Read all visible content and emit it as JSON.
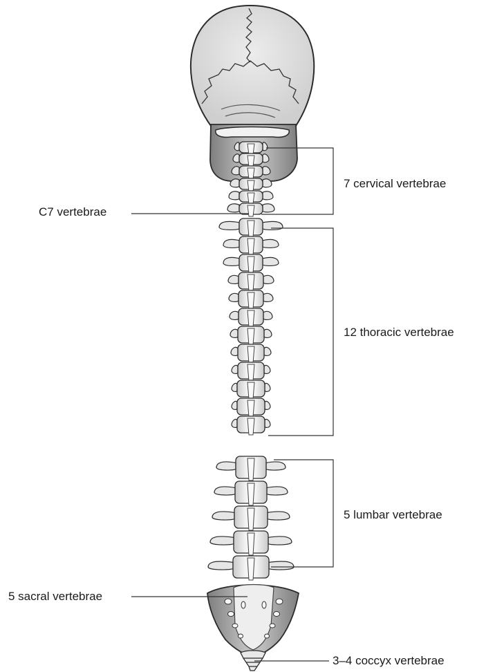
{
  "labels": {
    "cervical": "7 cervical vertebrae",
    "c7": "C7 vertebrae",
    "thoracic": "12 thoracic vertebrae",
    "lumbar": "5 lumbar vertebrae",
    "sacral": "5 sacral vertebrae",
    "coccyx": "3–4 coccyx vertebrae"
  },
  "colors": {
    "bone": "#f1f1f1",
    "shadow": "#9a9a9a",
    "outline": "#2b2b2b",
    "leader": "#333333"
  }
}
